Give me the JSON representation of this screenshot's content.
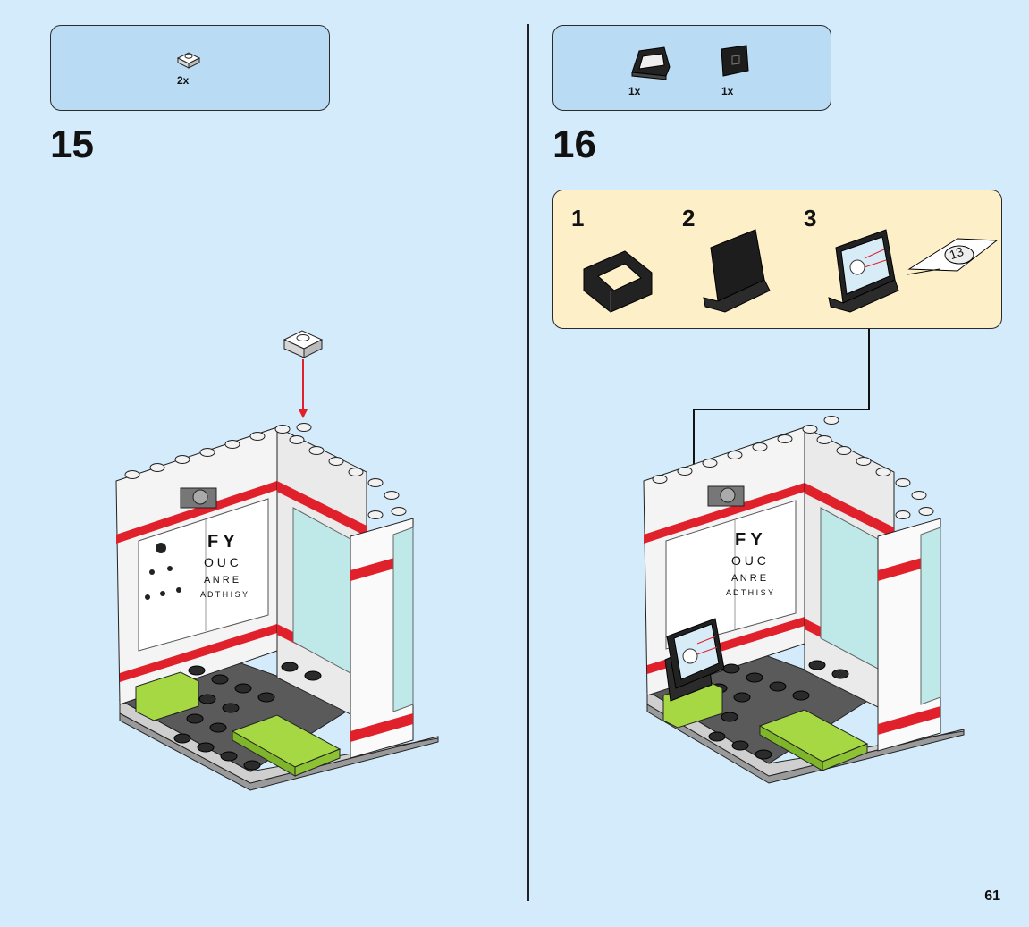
{
  "page": {
    "number": "61"
  },
  "step15": {
    "number": "15",
    "parts": [
      {
        "name": "white-plate-1x1-icon",
        "quantity": "2x"
      }
    ]
  },
  "step16": {
    "number": "16",
    "parts": [
      {
        "name": "black-slope-bracket-icon",
        "quantity": "1x"
      },
      {
        "name": "black-tile-2x2-icon",
        "quantity": "1x"
      }
    ],
    "substeps": [
      {
        "number": "1"
      },
      {
        "number": "2"
      },
      {
        "number": "3",
        "sticker": "13"
      }
    ]
  },
  "chart_text": {
    "line1": "F Y",
    "line2": "O U C",
    "line3": "A N R E",
    "line4": "A D T H I S Y"
  },
  "colors": {
    "background": "#d3ebfb",
    "parts_box": "#b9dcf4",
    "substep_box": "#fdf0c8",
    "arrow": "#e0202a",
    "lime": "#a6d843"
  }
}
